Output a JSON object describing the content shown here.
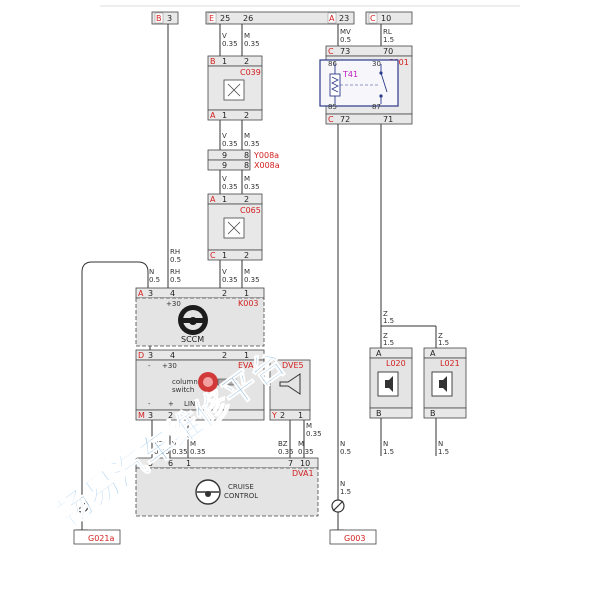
{
  "top_connectors": {
    "left": {
      "letter": "B",
      "pin": "3"
    },
    "e_block": {
      "letter": "E",
      "pins": [
        "25",
        "26"
      ]
    },
    "a23": {
      "letter": "A",
      "pin": "23"
    },
    "c10": {
      "letter": "C",
      "pin": "10"
    }
  },
  "wires": {
    "w1": {
      "color": "V",
      "gauge": "0.35"
    },
    "w2": {
      "color": "M",
      "gauge": "0.35"
    },
    "mv": {
      "color": "MV",
      "gauge": "0.5"
    },
    "rl": {
      "color": "RL",
      "gauge": "1.5"
    },
    "rh": {
      "color": "RH",
      "gauge": "0.5"
    },
    "n05": {
      "color": "N",
      "gauge": "0.5"
    },
    "z15": {
      "color": "Z",
      "gauge": "1.5"
    },
    "n15": {
      "color": "N",
      "gauge": "1.5"
    },
    "bz": {
      "color": "BZ",
      "gauge": "0.35"
    }
  },
  "c039": {
    "id": "C039",
    "top_letter": "B",
    "bottom_letter": "A",
    "pins": [
      "1",
      "2"
    ]
  },
  "c001": {
    "id": "C001",
    "label": "T41",
    "pins_top": [
      "73",
      "70"
    ],
    "pins_bottom": [
      "72",
      "71"
    ],
    "inner_top": [
      "86",
      "30"
    ],
    "inner_bottom": [
      "85",
      "87"
    ],
    "conn": "C"
  },
  "y008a": {
    "id": "Y008a",
    "pins": [
      "9",
      "8"
    ]
  },
  "x008a": {
    "id": "X008a",
    "pins": [
      "9",
      "8"
    ]
  },
  "c065": {
    "id": "C065",
    "top_letter": "A",
    "bottom_letter": "C",
    "pins": [
      "1",
      "2"
    ]
  },
  "k003": {
    "id": "K003",
    "letter": "A",
    "pins": [
      "3",
      "4",
      "2",
      "1"
    ],
    "label": "SCCM",
    "plus": "+30"
  },
  "eva0": {
    "id": "EVA0",
    "letter": "D",
    "pins": [
      "3",
      "4",
      "2",
      "1"
    ],
    "bottom_letter": "M",
    "bottom_pins": [
      "3",
      "2",
      "1"
    ],
    "label_line1": "column",
    "label_line2": "switch",
    "plus": "+30",
    "minus": "-",
    "plus_sign": "+",
    "lin": "LIN"
  },
  "dve5": {
    "id": "DVE5",
    "letter": "Y",
    "pins": [
      "2",
      "1"
    ]
  },
  "dva1": {
    "id": "DVA1",
    "pins": [
      "5",
      "6",
      "1",
      "7",
      "10"
    ],
    "label_line1": "CRUISE",
    "label_line2": "CONTROL"
  },
  "l020": {
    "id": "L020",
    "top": "A",
    "bottom": "B"
  },
  "l021": {
    "id": "L021",
    "top": "A",
    "bottom": "B"
  },
  "grounds": {
    "g021a": "G021a",
    "g003": "G003"
  },
  "watermark": "畅易汽车维修平台"
}
